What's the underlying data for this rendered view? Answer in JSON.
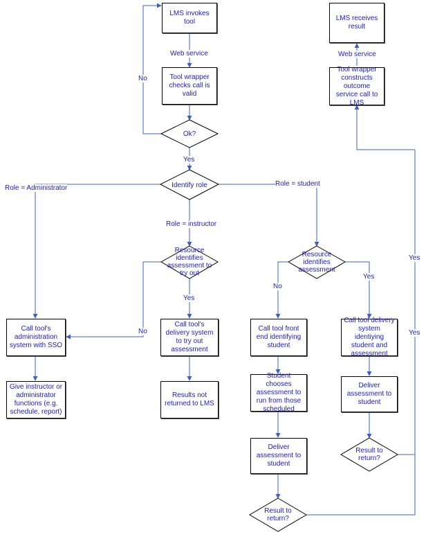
{
  "colors": {
    "connector": "#3a5fcd",
    "text": "#1a1acc",
    "border": "#000000"
  },
  "nodes": {
    "lms_invokes": "LMS invokes tool",
    "wrapper_checks": "Tool wrapper checks call is valid",
    "ok": "Ok?",
    "identify_role": "Identify role",
    "resource_tryout": "Resource identifies assessment to try out",
    "resource_student": "Resource identifies assessment",
    "admin_sso": "Call tool's administration system with SSO",
    "admin_functions": "Give instructor or administrator functions (e.g. schedule, report)",
    "delivery_tryout": "Call tool's delivery system to try out assessment",
    "results_not_returned": "Results not returned to LMS",
    "front_end": "Call tool front end identifying student",
    "student_chooses": "Student chooses assessment to run from those scheduled",
    "deliver_left": "Deliver assessment to student",
    "result_return_left": "Result to return?",
    "delivery_identify": "Call tool delivery system identiying student and assessment",
    "deliver_right": "Deliver assessment to student",
    "result_return_right": "Result to return?",
    "wrapper_constructs": "Tool wrapper constructs outcome service call to LMS",
    "lms_receives": "LMS receives result"
  },
  "labels": {
    "web_service_1": "Web service",
    "web_service_2": "Web service",
    "no_ok": "No",
    "yes_ok": "Yes",
    "role_admin": "Role = Administrator",
    "role_instructor": "Role = instructor",
    "role_student": "Role = student",
    "yes_tryout": "Yes",
    "no_tryout": "No",
    "no_student": "No",
    "yes_student": "Yes",
    "yes_right_1": "Yes",
    "yes_right_2": "Yes"
  }
}
